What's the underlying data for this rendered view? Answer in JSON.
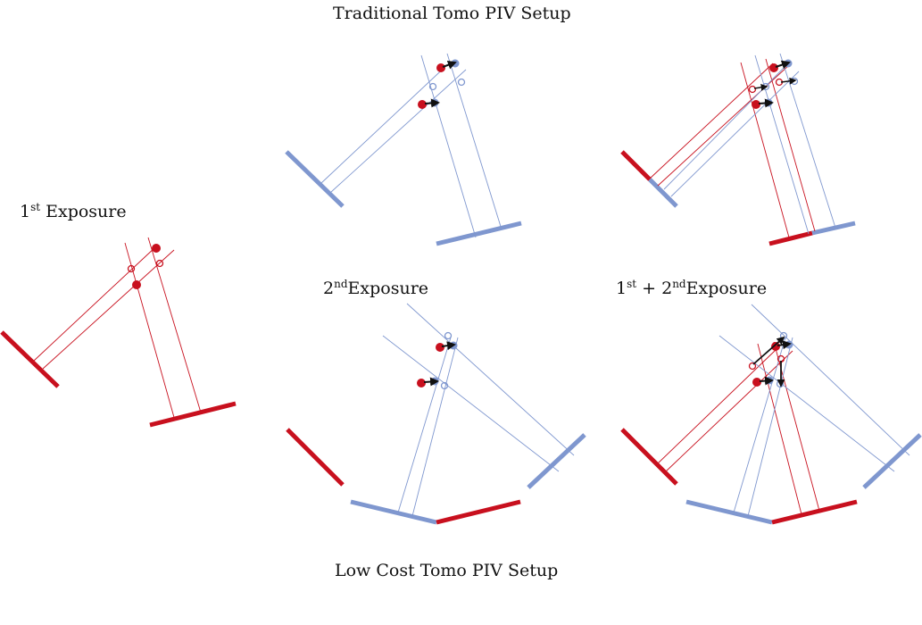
{
  "labels": {
    "top_title": "Traditional Tomo PIV Setup",
    "bottom_title": "Low Cost Tomo PIV Setup",
    "first_exposure": {
      "num": "1",
      "sup": "st",
      "word": "Exposure"
    },
    "second_exposure": {
      "num": "2",
      "sup": "nd",
      "word": "Exposure"
    },
    "combined_exposure": {
      "num1": "1",
      "sup1": "st",
      "mid": "+ 2",
      "sup2": "nd",
      "word": "Exposure"
    }
  },
  "colors": {
    "first_exposure": "#c8101e",
    "second_exposure": "#7f97cf",
    "arrow": "#111111"
  }
}
